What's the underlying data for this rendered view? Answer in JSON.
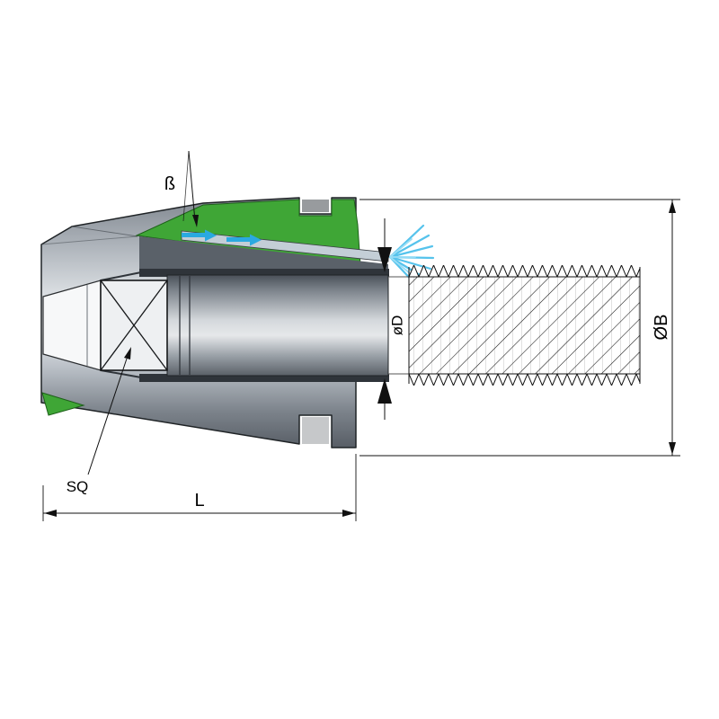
{
  "diagram": {
    "labels": {
      "angle": "ß",
      "shank_diameter": "øD",
      "outer_diameter": "ØB",
      "length": "L",
      "square_drive": "SQ"
    },
    "colors": {
      "seal_green": "#3fa636",
      "seal_green_dark": "#1d6019",
      "coolant_blue": "#2aa9e0",
      "spray_blue": "#56c3ec",
      "spray_blue_light": "#9adef6",
      "steel_light": "#e6e8ea",
      "steel_dark": "#565c64",
      "line": "#111111"
    }
  }
}
